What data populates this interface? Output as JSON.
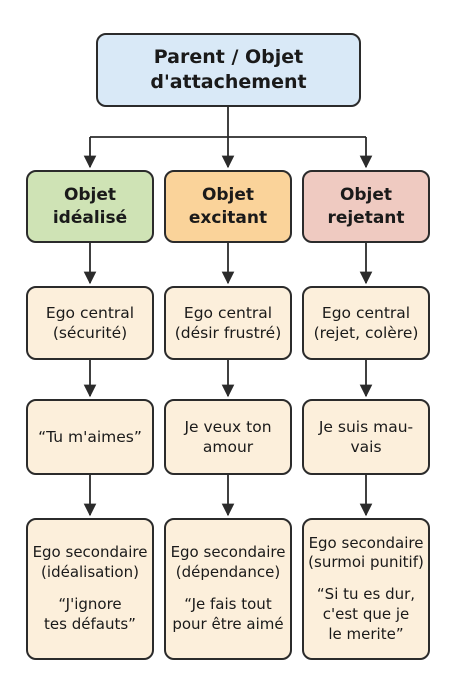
{
  "root": {
    "line1": "Parent / Objet",
    "line2": "d'attachement"
  },
  "columns": [
    {
      "object": {
        "line1": "Objet",
        "line2": "idéalisé"
      },
      "ego_central": {
        "line1": "Ego central",
        "line2": "(sécurité)"
      },
      "belief": {
        "line1": "“Tu m'aimes”"
      },
      "ego_secondary": {
        "line1": "Ego secondaire",
        "line2": "(idéalisation)",
        "quote1": "“J'ignore",
        "quote2": "tes défauts”"
      }
    },
    {
      "object": {
        "line1": "Objet",
        "line2": "excitant"
      },
      "ego_central": {
        "line1": "Ego central",
        "line2": "(désir frustré)"
      },
      "belief": {
        "line1": "Je veux ton",
        "line2": "amour"
      },
      "ego_secondary": {
        "line1": "Ego secondaire",
        "line2": "(dépendance)",
        "quote1": "“Je fais tout",
        "quote2": "pour être aimé"
      }
    },
    {
      "object": {
        "line1": "Objet",
        "line2": "rejetant"
      },
      "ego_central": {
        "line1": "Ego central",
        "line2": "(rejet, colère)"
      },
      "belief": {
        "line1": "Je suis mau-",
        "line2": "vais"
      },
      "ego_secondary": {
        "line1": "Ego secondaire",
        "line2": "(surmoi punitif)",
        "quote1": "“Si tu es dur,",
        "quote2": "c'est que je",
        "quote3": "le merite”"
      }
    }
  ],
  "colors": {
    "root": "#d9e9f7",
    "object_idealise": "#cfe3b5",
    "object_excitant": "#fad39a",
    "object_rejetant": "#efcac1",
    "cell": "#fcefdb",
    "stroke": "#2b2b2b"
  }
}
